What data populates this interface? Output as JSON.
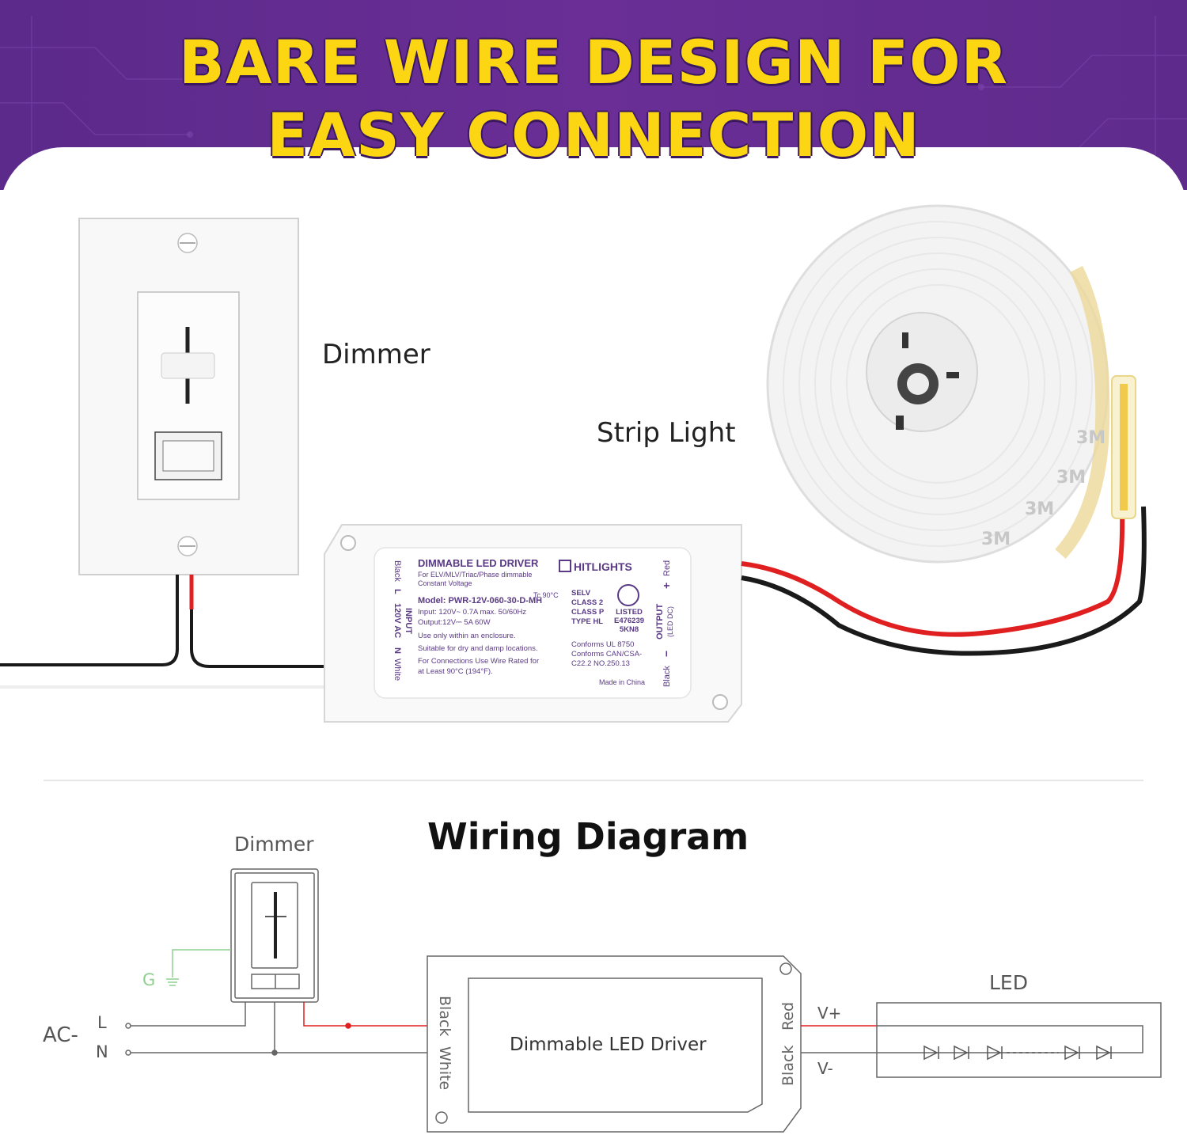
{
  "header": {
    "title_line1": "BARE WIRE DESIGN FOR",
    "title_line2": "EASY CONNECTION"
  },
  "photo": {
    "dimmer_label": "Dimmer",
    "strip_label": "Strip Light",
    "driver_label": {
      "title": "DIMMABLE LED DRIVER",
      "subtitle1": "For ELV/MLV/Triac/Phase dimmable",
      "subtitle2": "Constant Voltage",
      "tc": "Tc 90°C",
      "model": "Model: PWR-12V-060-30-D-MH",
      "input_spec": "Input: 120V~ 0.7A max. 50/60Hz",
      "output_spec": "Output:12V⎓ 5A 60W",
      "note1": "Use only within an enclosure.",
      "note2": "Suitable for dry and damp locations.",
      "note3": "For Connections Use Wire Rated for",
      "note4": "at Least 90°C (194°F).",
      "brand": "HITLIGHTS",
      "selv": "SELV",
      "class2": "CLASS 2",
      "classp": "CLASS P",
      "typehl": "TYPE HL",
      "listed": "LISTED",
      "file_no": "E476239",
      "code": "5KN8",
      "conforms1": "Conforms UL 8750",
      "conforms2": "Conforms CAN/CSA-",
      "conforms3": "C22.2 NO.250.13",
      "made_in": "Made in China",
      "input_side": "INPUT",
      "input_voltage": "120V AC",
      "input_black": "Black",
      "input_white": "White",
      "input_l": "L",
      "input_n": "N",
      "output_side": "OUTPUT",
      "output_sub": "(LED DC)",
      "output_red": "Red",
      "output_black": "Black",
      "output_plus": "+",
      "output_minus": "−"
    },
    "strip_print": [
      "3M",
      "3M",
      "3M",
      "3M"
    ]
  },
  "diagram": {
    "title": "Wiring Diagram",
    "dimmer_label": "Dimmer",
    "ground_label": "G",
    "ac_label": "AC-",
    "line_label": "L",
    "neutral_label": "N",
    "driver_label": "Dimmable LED Driver",
    "driver_in_black": "Black",
    "driver_in_white": "White",
    "driver_out_red": "Red",
    "driver_out_black": "Black",
    "vplus_label": "V+",
    "vminus_label": "V-",
    "led_label": "LED"
  },
  "colors": {
    "header_purple": "#5e2b8c",
    "headline_yellow": "#fcd513",
    "wire_red": "#e02020",
    "wire_black": "#1a1a1a",
    "ground_green": "#8fd08f",
    "driver_text_purple": "#5a3a86"
  }
}
